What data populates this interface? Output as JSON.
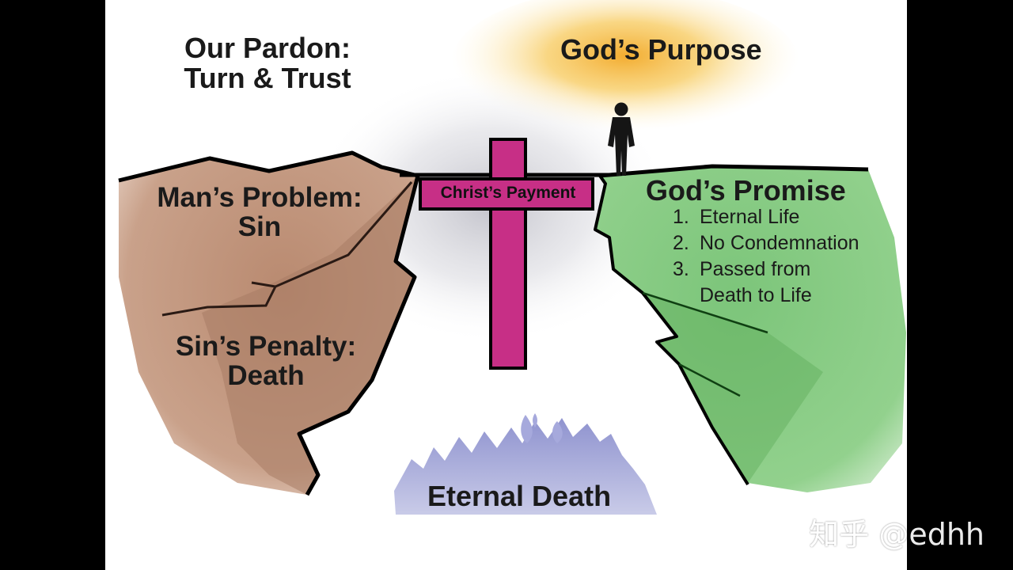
{
  "diagram": {
    "title_left_line1": "Our Pardon:",
    "title_left_line2": "Turn & Trust",
    "title_right": "God’s Purpose",
    "left_cliff": {
      "problem_line1": "Man’s Problem:",
      "problem_line2": "Sin",
      "penalty_line1": "Sin’s Penalty:",
      "penalty_line2": "Death"
    },
    "cross": {
      "label": "Christ’s Payment"
    },
    "right_cliff": {
      "heading": "God’s Promise",
      "items": [
        {
          "num": "1.",
          "text": "Eternal Life"
        },
        {
          "num": "2.",
          "text": "No Condemnation"
        },
        {
          "num": "3.",
          "text": "Passed from",
          "cont": "Death to Life"
        }
      ]
    },
    "chasm_label": "Eternal Death"
  },
  "watermark": "知乎 @edhh",
  "colors": {
    "left_cliff": "#c9a18a",
    "right_cliff": "#8fce88",
    "cross": "#c72f86",
    "fire": "#9b9fd4",
    "glow": "#f2b53a"
  }
}
